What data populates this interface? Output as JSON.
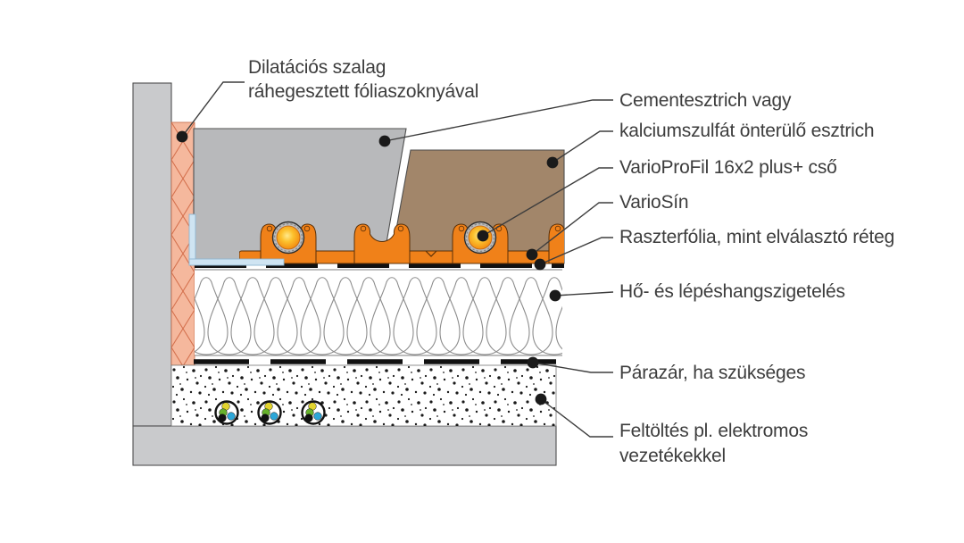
{
  "labels": {
    "dilatation_strip": {
      "line1": "Dilatációs szalag",
      "line2": "ráhegesztett fóliaszoknyával"
    },
    "screed": {
      "line1": "Cementesztrich vagy",
      "line2": "kalciumszulfát önterülő esztrich"
    },
    "pipe": "VarioProFil 16x2 plus+ cső",
    "rail": "VarioSín",
    "separator_foil": "Raszterfólia, mint elválasztó réteg",
    "insulation": "Hő- és lépéshangszigetelés",
    "vapor_barrier": "Párazár, ha szükséges",
    "fill_layer": {
      "line1": "Feltöltés pl. elektromos",
      "line2": "vezetékekkel"
    }
  },
  "colors": {
    "rail_orange": "#F08119",
    "wall_concrete": "#C9CACC",
    "screed_cement_gray": "#B8B9BB",
    "screed_calcium_brown": "#A2866A",
    "edge_strip_salmon": "#F5B89D",
    "edge_profile_blue": "#CFE4F2",
    "pipe_core_yellow": "#FFD23F",
    "cable_yellow": "#E2D42E",
    "cable_green": "#67B22C",
    "cable_blue": "#2BA6D8",
    "line_dark": "#3D3D3D"
  }
}
